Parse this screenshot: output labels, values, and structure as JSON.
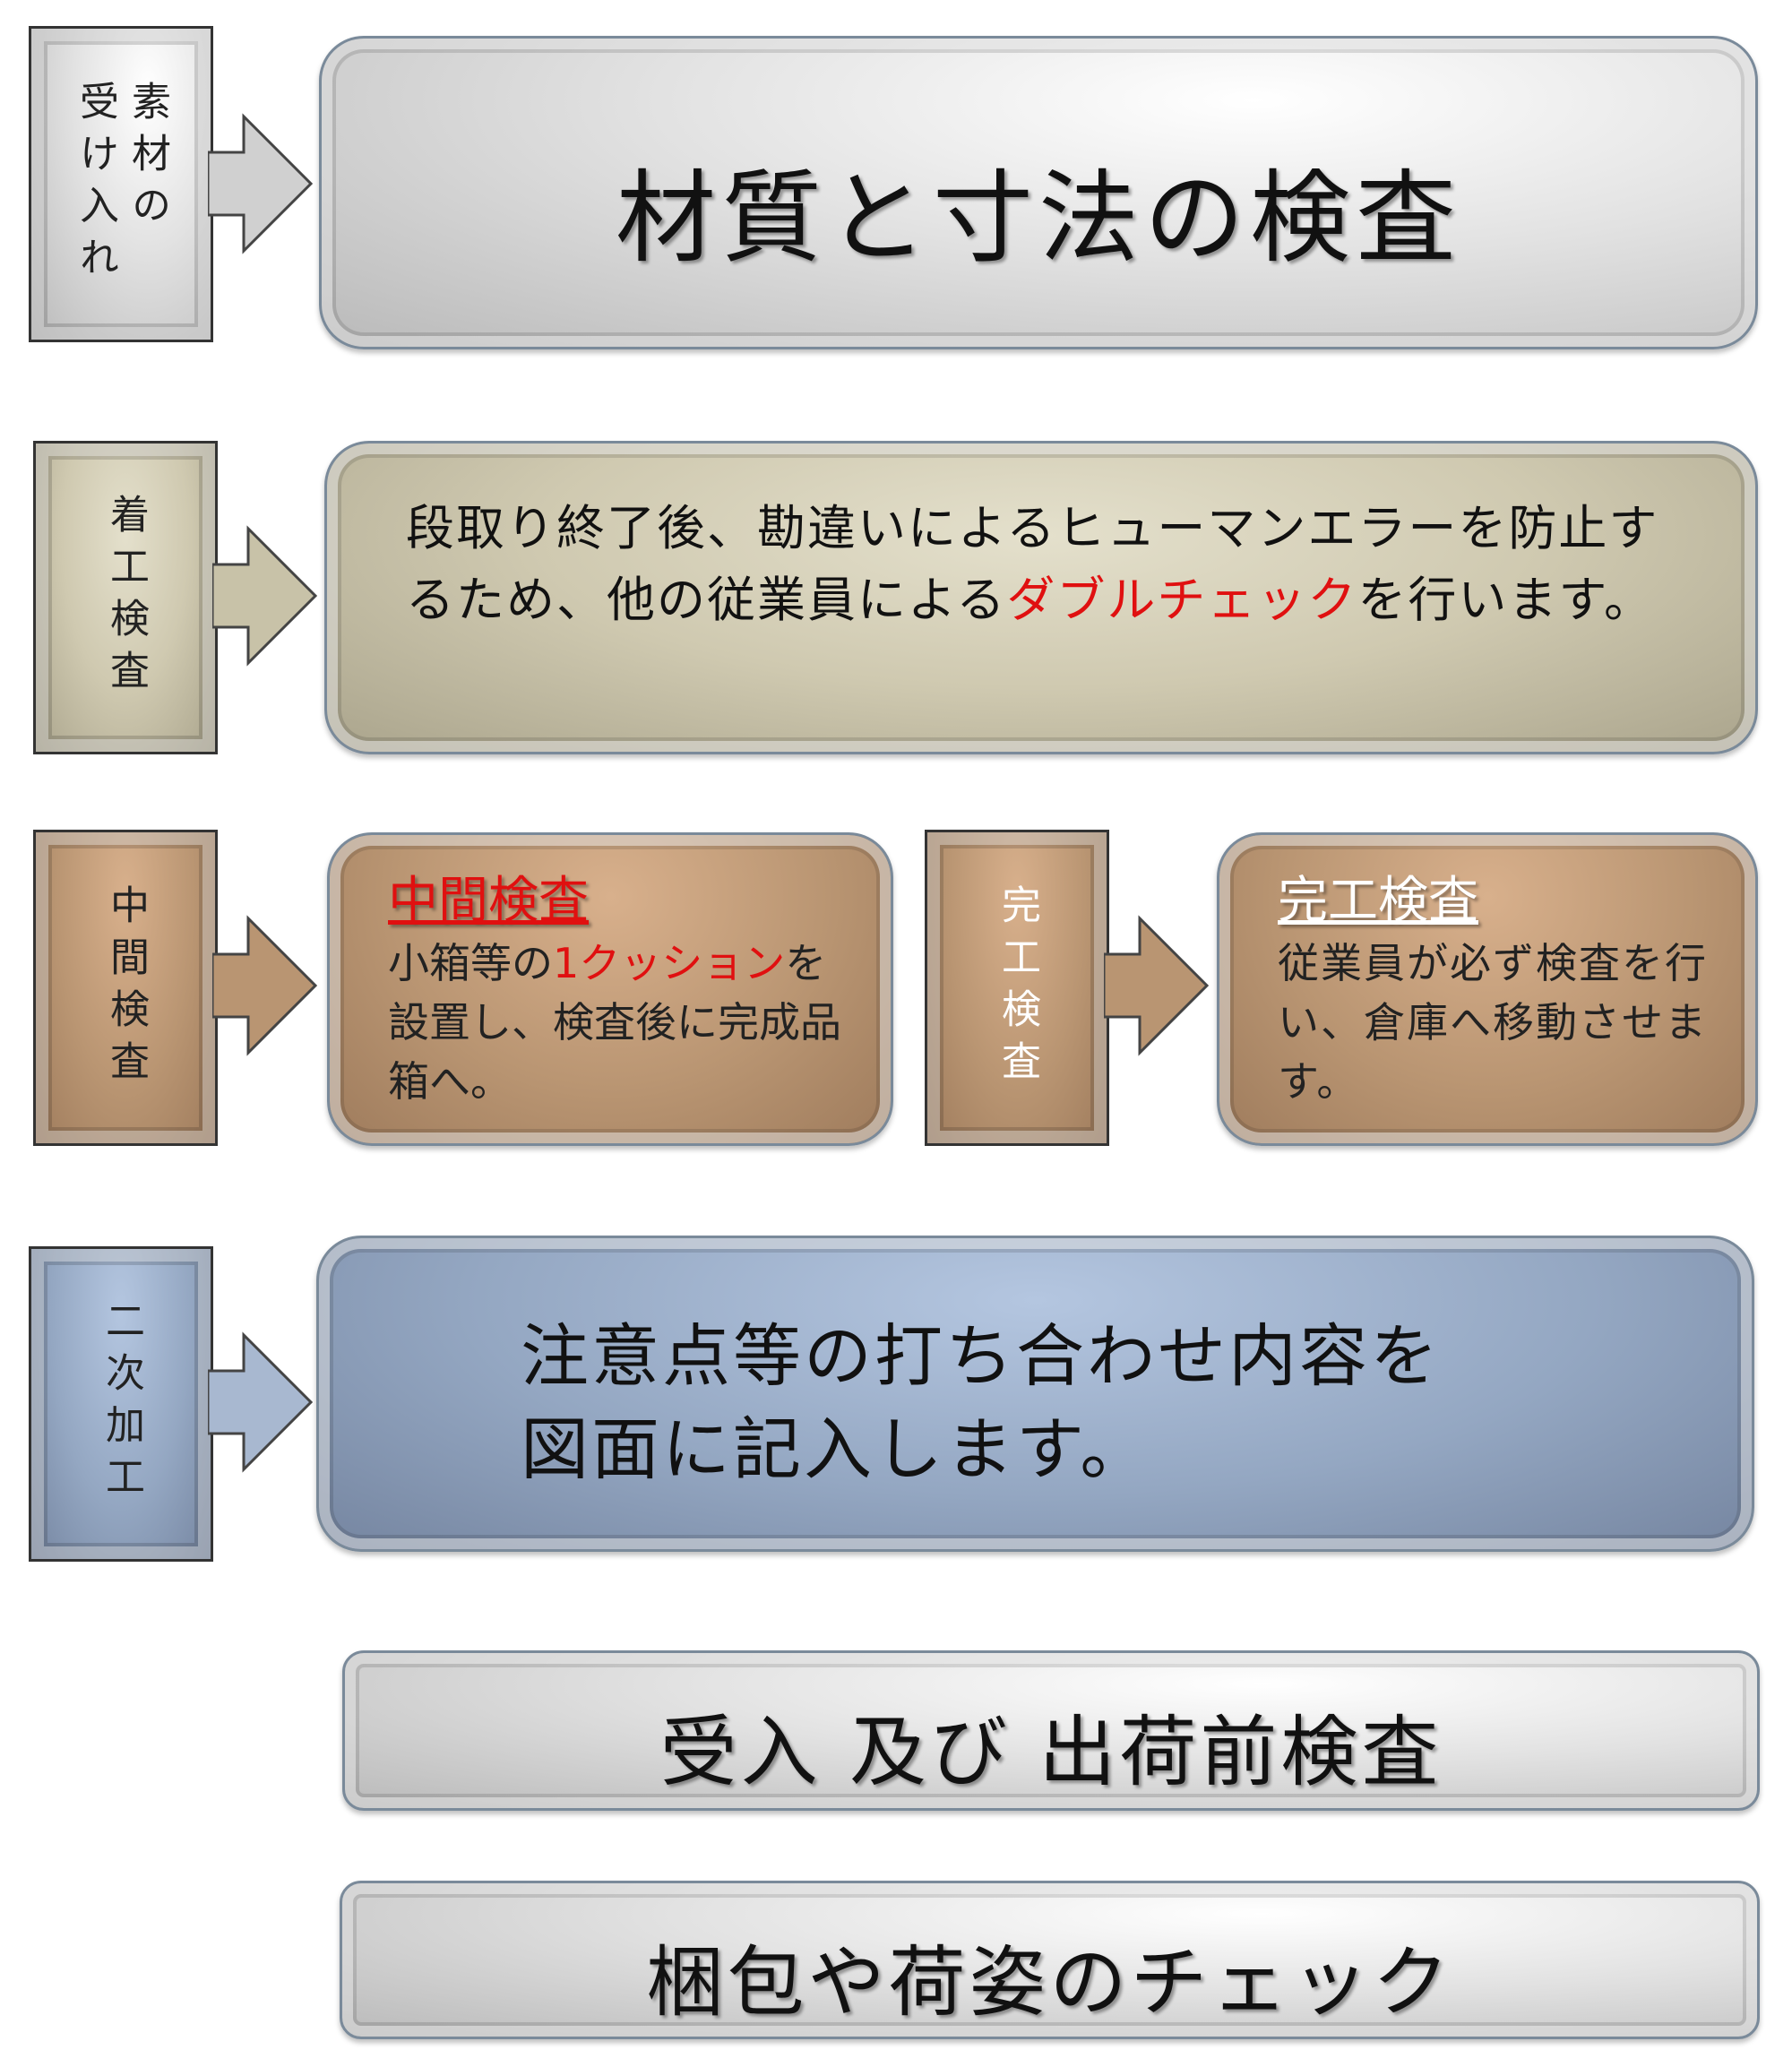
{
  "row1": {
    "tag": [
      "素材の",
      "受け入れ"
    ],
    "box": "材質と寸法の検査"
  },
  "row2": {
    "tag": "着工検査",
    "text_a": "段取り終了後、勘違いによるヒューマンエラーを防止するため、他の従業員による",
    "text_red": "ダブルチェック",
    "text_b": "を行います。"
  },
  "row3": {
    "tag": "中間検査",
    "title": "中間検査",
    "text_a": "小箱等の",
    "text_red": "1クッション",
    "text_b": "を設置し、検査後に完成品箱へ。"
  },
  "row3b": {
    "tag": "完工検査",
    "title": "完工検査",
    "text": "従業員が必ず検査を行い、倉庫へ移動させます。"
  },
  "row4": {
    "tag": "二次加工",
    "line1": "注意点等の打ち合わせ内容を",
    "line2": "図面に記入します。"
  },
  "row5": {
    "text": "受入 及び 出荷前検査"
  },
  "row6": {
    "text": "梱包や荷姿のチェック"
  },
  "colors": {
    "red": "#e01010",
    "gray": "#d8d8d8",
    "khaki": "#cfc9b0",
    "brown": "#b99572",
    "blue": "#94a7c2"
  }
}
